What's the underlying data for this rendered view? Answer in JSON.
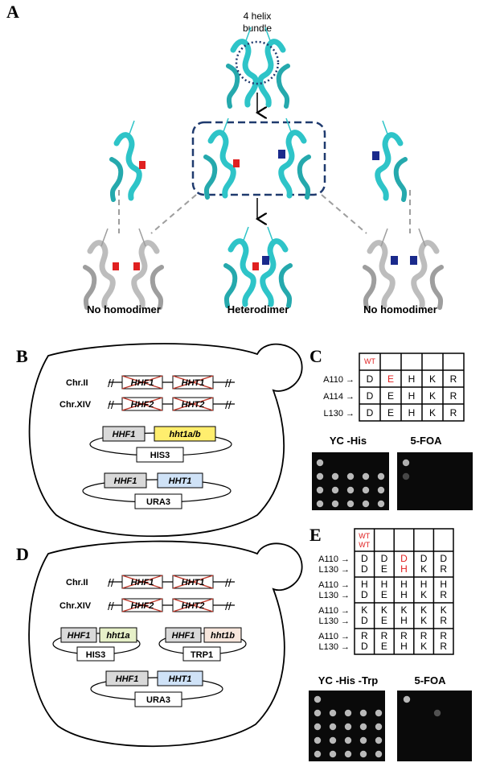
{
  "panels": {
    "a": "A",
    "b": "B",
    "c": "C",
    "d": "D",
    "e": "E"
  },
  "panel_a": {
    "bundle_label_line1": "4 helix",
    "bundle_label_line2": "bundle",
    "captions": [
      "No homodimer",
      "Heterodimer",
      "No homodimer"
    ],
    "colors": {
      "helix": "#2ec4c8",
      "mutant_red": "#e02020",
      "mutant_blue": "#1a2a8c",
      "grey": "#bdbdbd",
      "box_border": "#1f3a6e"
    }
  },
  "panel_b": {
    "chr2": "Chr.II",
    "chr14": "Chr.XIV",
    "deleted_genes": [
      "HHF1",
      "HHT1",
      "HHF2",
      "HHT2"
    ],
    "plasmid1": {
      "gene1": "HHF1",
      "gene2": "hht1a/b",
      "marker": "HIS3"
    },
    "plasmid2": {
      "gene1": "HHF1",
      "gene2": "HHT1",
      "marker": "URA3"
    }
  },
  "panel_c": {
    "header": [
      "WT",
      "",
      "",
      "",
      ""
    ],
    "rows": [
      {
        "label": "A110",
        "cells": [
          "D",
          "E",
          "H",
          "K",
          "R"
        ]
      },
      {
        "label": "A114",
        "cells": [
          "D",
          "E",
          "H",
          "K",
          "R"
        ]
      },
      {
        "label": "L130",
        "cells": [
          "D",
          "E",
          "H",
          "K",
          "R"
        ]
      }
    ],
    "plate1": "YC -His",
    "plate2": "5-FOA"
  },
  "panel_d": {
    "chr2": "Chr.II",
    "chr14": "Chr.XIV",
    "deleted_genes": [
      "HHF1",
      "HHT1",
      "HHF2",
      "HHT2"
    ],
    "plasmid1": {
      "gene1": "HHF1",
      "gene2": "hht1a",
      "marker": "HIS3"
    },
    "plasmid2": {
      "gene1": "HHF1",
      "gene2": "hht1b",
      "marker": "TRP1"
    },
    "plasmid3": {
      "gene1": "HHF1",
      "gene2": "HHT1",
      "marker": "URA3"
    }
  },
  "panel_e": {
    "header": [
      "WT",
      "WT"
    ],
    "row_labels": [
      "A110",
      "L130"
    ],
    "groups": [
      {
        "cells": [
          [
            "D",
            "D"
          ],
          [
            "D",
            "E"
          ],
          [
            "D",
            "H"
          ],
          [
            "D",
            "K"
          ],
          [
            "D",
            "R"
          ]
        ]
      },
      {
        "cells": [
          [
            "H",
            "D"
          ],
          [
            "H",
            "E"
          ],
          [
            "H",
            "H"
          ],
          [
            "H",
            "K"
          ],
          [
            "H",
            "R"
          ]
        ]
      },
      {
        "cells": [
          [
            "K",
            "D"
          ],
          [
            "K",
            "E"
          ],
          [
            "K",
            "H"
          ],
          [
            "K",
            "K"
          ],
          [
            "K",
            "R"
          ]
        ]
      },
      {
        "cells": [
          [
            "R",
            "D"
          ],
          [
            "R",
            "E"
          ],
          [
            "R",
            "H"
          ],
          [
            "R",
            "K"
          ],
          [
            "R",
            "R"
          ]
        ]
      }
    ],
    "plate1": "YC -His -Trp",
    "plate2": "5-FOA"
  }
}
